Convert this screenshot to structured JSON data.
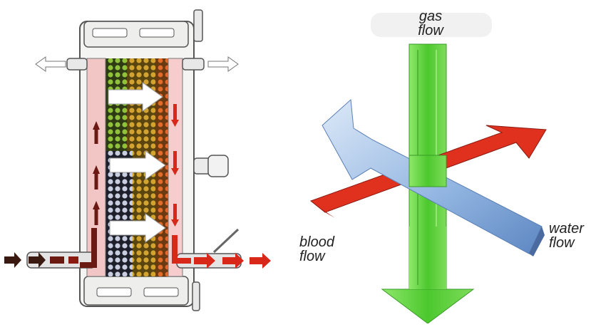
{
  "labels": {
    "gas": {
      "line1": "gas",
      "line2": "flow"
    },
    "blood": {
      "line1": "blood",
      "line2": "flow"
    },
    "water": {
      "line1": "water",
      "line2": "flow"
    }
  },
  "colors": {
    "gas": "#5fd23a",
    "blood": "#e0311f",
    "water": "#7fa8d8",
    "oxygenator_bg": "#b69a3a",
    "fibers": "#4f9a2a"
  },
  "icons": [
    "oxygenator-cross-section-icon",
    "gas-flow-arrow-icon",
    "blood-flow-arrow-icon",
    "water-flow-arrow-icon"
  ]
}
